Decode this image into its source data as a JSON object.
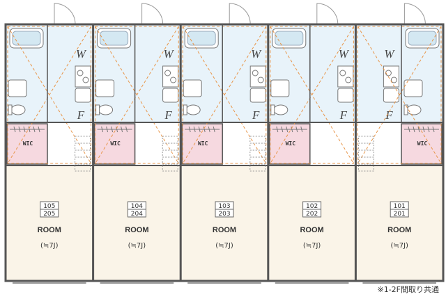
{
  "units": [
    {
      "no_1f": "105",
      "no_2f": "205",
      "label": "ROOM",
      "size": "(≒7J)",
      "wic": "WIC",
      "w": "W",
      "f": "F"
    },
    {
      "no_1f": "104",
      "no_2f": "204",
      "label": "ROOM",
      "size": "(≒7J)",
      "wic": "WIC",
      "w": "W",
      "f": "F"
    },
    {
      "no_1f": "103",
      "no_2f": "203",
      "label": "ROOM",
      "size": "(≒7J)",
      "wic": "WIC",
      "w": "W",
      "f": "F"
    },
    {
      "no_1f": "102",
      "no_2f": "202",
      "label": "ROOM",
      "size": "(≒7J)",
      "wic": "WIC",
      "w": "W",
      "f": "F"
    },
    {
      "no_1f": "101",
      "no_2f": "201",
      "label": "ROOM",
      "size": "(≒7J)",
      "wic": "WIC",
      "w": "W",
      "f": "F"
    }
  ],
  "footnote": "※1-2F間取り共通",
  "colors": {
    "room_floor": "#faf4e8",
    "wet_area": "#e8f3fa",
    "wic_fill": "#f6d9e0",
    "wall": "#555555",
    "beam_line": "#e8964a"
  }
}
